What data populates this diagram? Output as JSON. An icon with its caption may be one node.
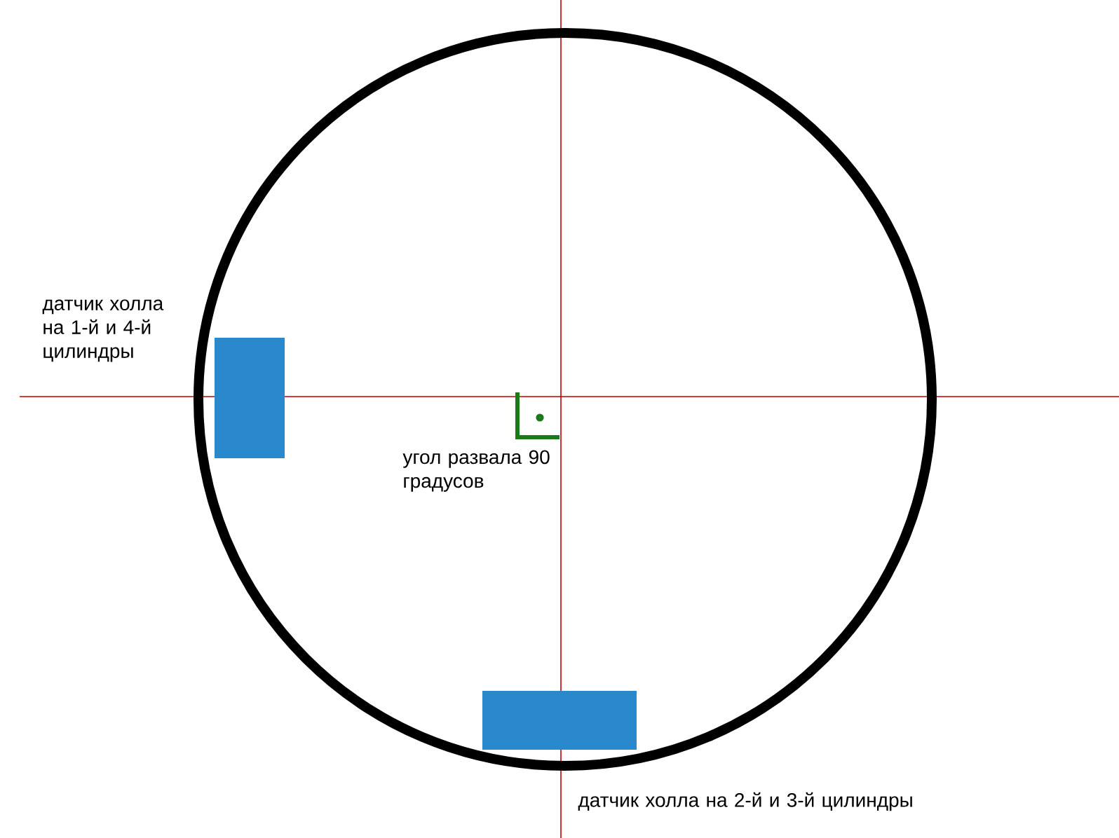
{
  "diagram": {
    "nodes": [
      {
        "text": [],
        "shape": "circle"
      },
      {
        "text": [],
        "shape": "box",
        "in": 0,
        "beside": [
          "датчик холла на 1-й и 4-й цилиндры"
        ]
      },
      {
        "text": [],
        "shape": "box",
        "in": 0,
        "beside": [
          "датчик холла на 2-й и 3-й цилиндры"
        ]
      }
    ],
    "labels": [
      "угол развала 90 градусов"
    ]
  }
}
